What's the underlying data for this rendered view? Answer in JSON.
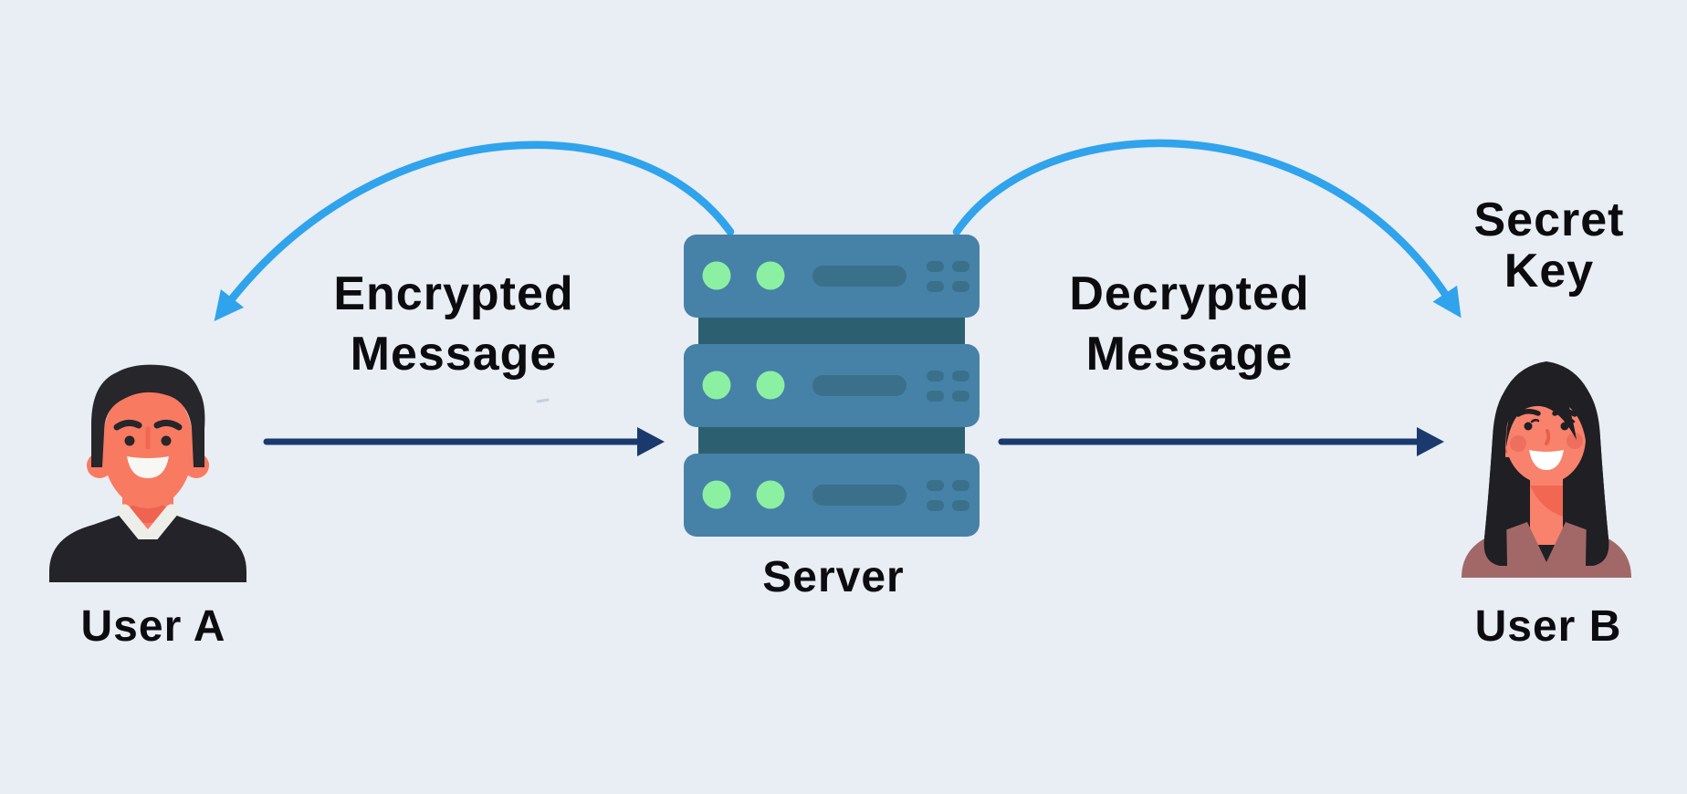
{
  "diagram": {
    "background_color": "#e9edf4",
    "text_color": "#0c0c10",
    "labels": {
      "encrypted_message": {
        "line1": "Encrypted",
        "line2": "Message"
      },
      "decrypted_message": {
        "line1": "Decrypted",
        "line2": "Message"
      },
      "secret_key": {
        "line1": "Secret",
        "line2": "Key"
      },
      "server": "Server",
      "user_a": "User A",
      "user_b": "User B"
    },
    "icons": {
      "server": "server-rack-icon",
      "user_a": "male-user-avatar-icon",
      "user_b": "female-user-avatar-icon",
      "key_arrows": "curved-arrow-icon",
      "message_arrows": "straight-arrow-icon"
    },
    "colors": {
      "arrow_key_exchange": "#2fa3ec",
      "arrow_message_flow": "#1a3a6e",
      "server_body": "#4681a8",
      "server_panel_dark": "#2c6071",
      "server_slot": "#3a7089",
      "server_led": "#8bf0a1",
      "skin_user_a": "#f87a61",
      "skin_user_b": "#f8826c",
      "hair": "#26262b",
      "sweater_user_a": "#232329",
      "top_user_b": "#a26867"
    },
    "arrows": [
      {
        "name": "secret-key-to-user-a",
        "style": "curved",
        "color": "#2fa3ec",
        "from": "server",
        "to": "user_a"
      },
      {
        "name": "secret-key-to-user-b",
        "style": "curved",
        "color": "#2fa3ec",
        "from": "server",
        "to": "user_b"
      },
      {
        "name": "encrypted-message-flow",
        "style": "straight",
        "color": "#1a3a6e",
        "from": "user_a",
        "to": "server"
      },
      {
        "name": "decrypted-message-flow",
        "style": "straight",
        "color": "#1a3a6e",
        "from": "server",
        "to": "user_b"
      }
    ]
  }
}
